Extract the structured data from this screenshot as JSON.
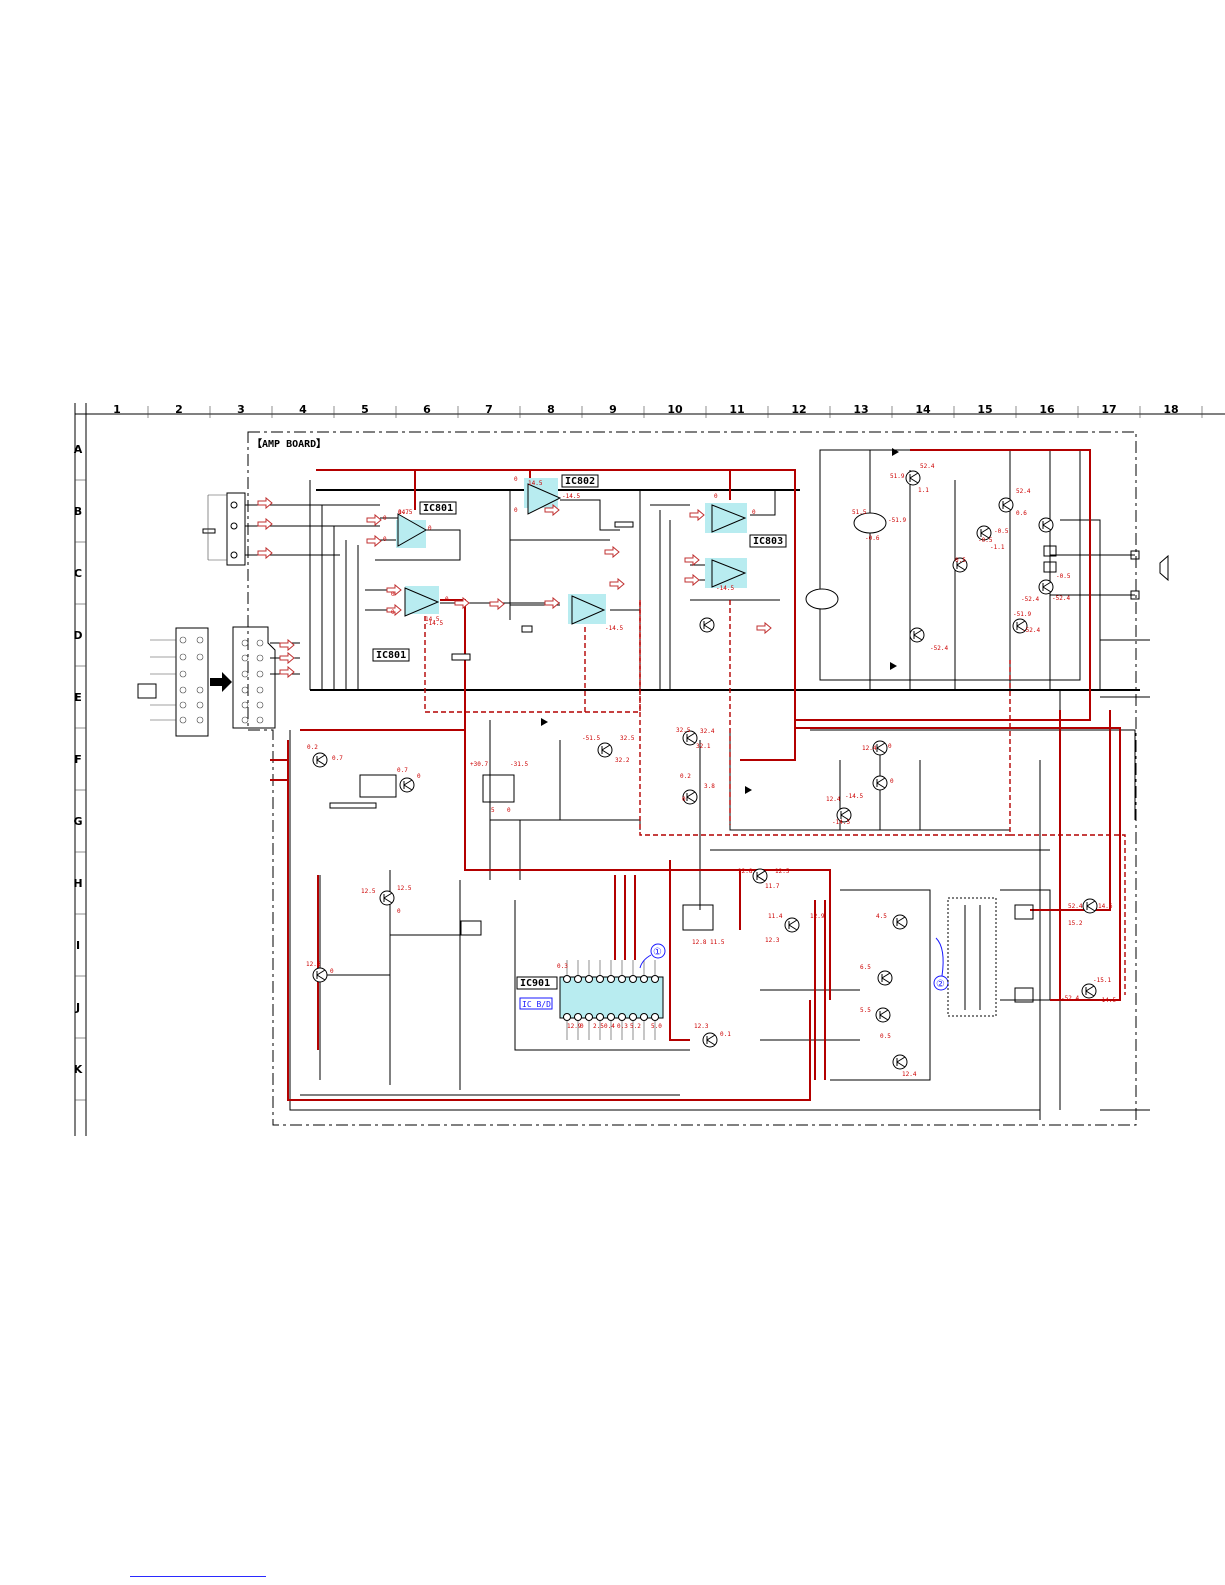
{
  "grid": {
    "columns": [
      "1",
      "2",
      "3",
      "4",
      "5",
      "6",
      "7",
      "8",
      "9",
      "10",
      "11",
      "12",
      "13",
      "14",
      "15",
      "16",
      "17",
      "18"
    ],
    "rows": [
      "A",
      "B",
      "C",
      "D",
      "E",
      "F",
      "G",
      "H",
      "I",
      "J",
      "K"
    ]
  },
  "board": {
    "title": "【AMP BOARD】"
  },
  "ics": {
    "ic801_top": "IC801",
    "ic801_bottom": "IC801",
    "ic802": "IC802",
    "ic803": "IC803",
    "ic901": "IC901",
    "ic901_sub": "IC B/D"
  },
  "markers": {
    "one": "①",
    "two": "②"
  },
  "voltages": [
    "14.5",
    "0",
    "0",
    "0",
    "14.5",
    "0",
    "0",
    "0",
    "-14.5",
    "-14.5",
    "14.5",
    "0",
    "0",
    "-14.5",
    "0",
    "0",
    "-14.5",
    "-51.5",
    "32.5",
    "32.2",
    "32.1",
    "32.4",
    "0.2",
    "0",
    "32.5",
    "3.8",
    "51.5",
    "52.4",
    "51.9",
    "1.1",
    "-0.5",
    "-0.6",
    "-51.9",
    "-52.4",
    "-1.1",
    "-52.4",
    "52.4",
    "0.6",
    "0.5",
    "-0.5",
    "-51.9",
    "-52.4",
    "-0.5",
    "-52.4",
    "12.4",
    "0",
    "-14.5",
    "0",
    "12.4",
    "-14.5",
    "0.2",
    "0.7",
    "0.7",
    "0",
    "+30.7",
    "-31.5",
    "5",
    "0",
    "12.5",
    "12.5",
    "0",
    "12.8",
    "0",
    "12.8",
    "12.5",
    "11.7",
    "11.4",
    "12.9",
    "12.3",
    "12.8",
    "11.5",
    "4.5",
    "6.5",
    "5.5",
    "0.5",
    "12.4",
    "52.4",
    "14.6",
    "15.2",
    "-52.4",
    "-14.5",
    "-15.1",
    "0.3",
    "12.9",
    "0",
    "2.5",
    "0.4",
    "0.3",
    "5.2",
    "5.0",
    "12.3",
    "0.1",
    "0.7"
  ],
  "colors": {
    "wire": "#000000",
    "power_trace": "#b30000",
    "opamp_fill": "#b8ecf0",
    "marker": "#1a1aff"
  }
}
